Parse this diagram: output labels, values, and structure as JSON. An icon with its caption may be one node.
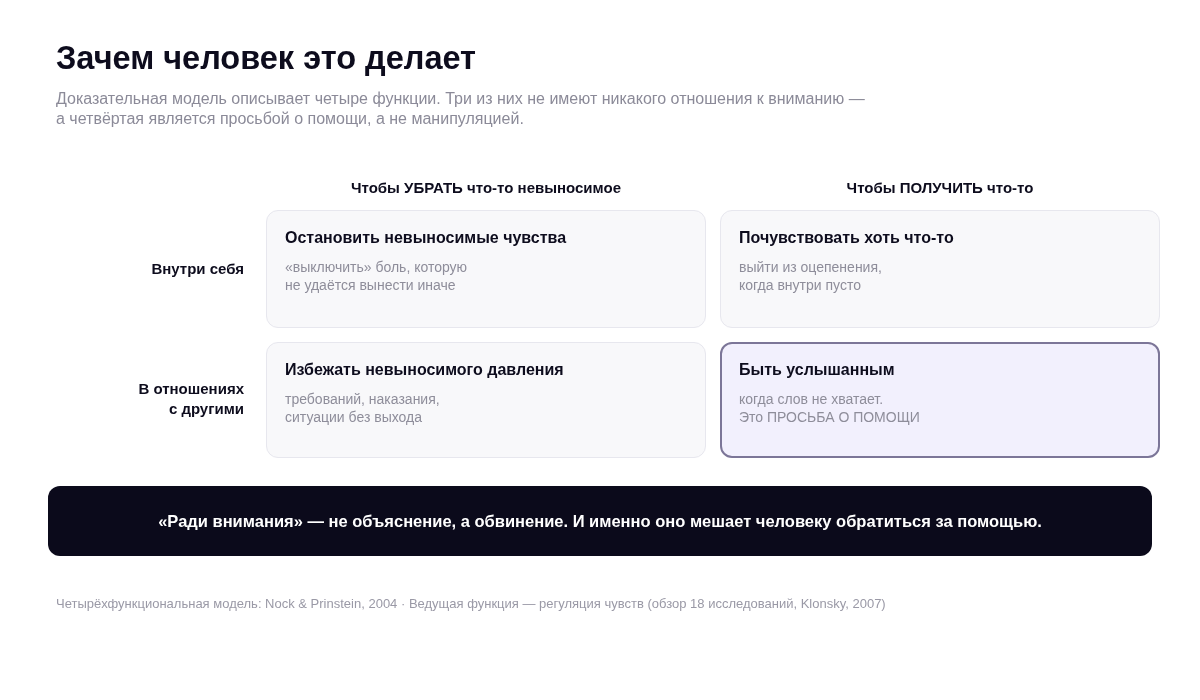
{
  "diagram": {
    "title": "Зачем человек это делает",
    "nodes": [
      {
        "text": [
          "Остановить невыносимые чувства",
          "«выключить» боль, которую не удаётся вынести иначе"
        ]
      },
      {
        "text": [
          "Почувствовать хоть что-то",
          "выйти из оцепенения, когда внутри пусто"
        ]
      },
      {
        "text": [
          "Избежать невыносимого давления",
          "требований, наказания, ситуации без выхода"
        ]
      },
      {
        "text": [
          "Быть услышанным",
          "когда слов не хватает. Это ПРОСЬБА О ПОМОЩИ"
        ]
      },
      {
        "text": [
          "«Ради внимания» — не объяснение, а обвинение. И именно оно мешает человеку обратиться за помощью."
        ]
      }
    ],
    "labels": [
      "Доказательная модель описывает четыре функции. Три из них не имеют никакого отношения к вниманию — а четвёртая является просьбой о помощи, а не манипуляцией.",
      "Чтобы УБРАТЬ что-то невыносимое",
      "Чтобы ПОЛУЧИТЬ что-то",
      "Внутри себя",
      "В отношениях с другими"
    ],
    "caption": "Четырёхфункциональная модель: Nock & Prinstein, 2004 · Ведущая функция — регуляция чувств (обзор 18 исследований, Klonsky, 2007)"
  }
}
